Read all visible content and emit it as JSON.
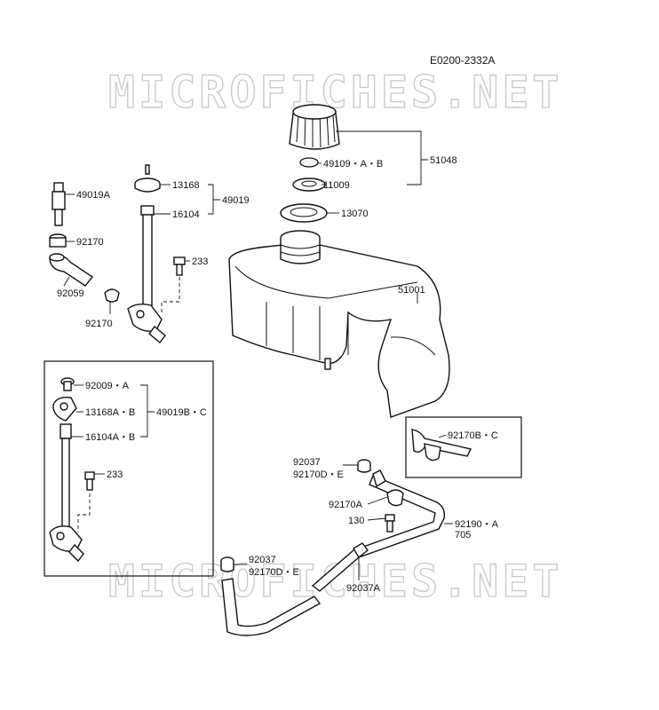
{
  "diagram_code": "E0200-2332A",
  "watermark": "MICROFICHES.NET",
  "parts": {
    "p49019A": "49019A",
    "p92170": "92170",
    "p92059": "92059",
    "p92170_lower": "92170",
    "p13168": "13168",
    "p16104": "16104",
    "p49019": "49019",
    "p233": "233",
    "p49109": "49109・A・B",
    "p51048": "51048",
    "p11009": "11009",
    "p13070": "13070",
    "p51001": "51001",
    "p92009A": "92009・A",
    "p13168AB": "13168A・B",
    "p49019BC": "49019B・C",
    "p16104AB": "16104A・B",
    "p233_box": "233",
    "p92170BC": "92170B・C",
    "p92037_top": "92037",
    "p92170DE_top": "92170D・E",
    "p92170A": "92170A",
    "p130": "130",
    "p92190A": "92190・A",
    "p705": "705",
    "p92037_bottom": "92037",
    "p92170DE_bottom": "92170D・E",
    "p92037A": "92037A"
  }
}
